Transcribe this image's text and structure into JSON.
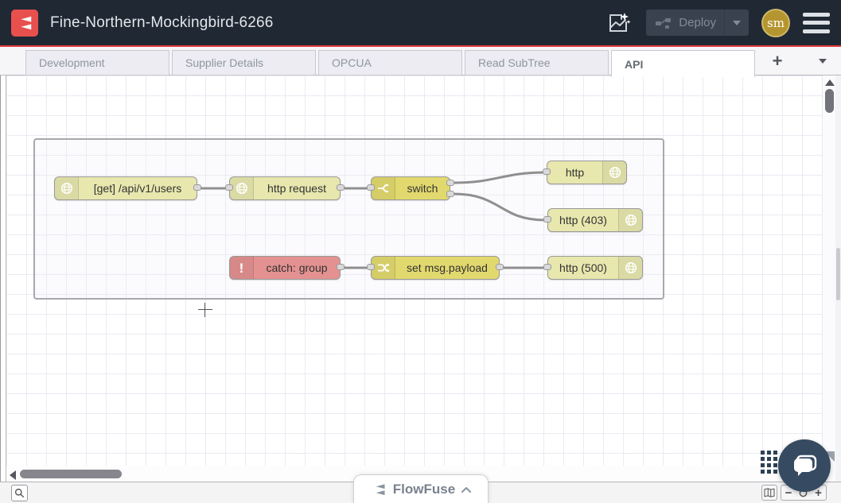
{
  "app": {
    "title": "Fine-Northern-Mockingbird-6266"
  },
  "header": {
    "deploy": {
      "label": "Deploy",
      "state": "disabled"
    },
    "avatar": {
      "initials": "sm",
      "color": "#b5952f"
    },
    "icons": {
      "assistant": "flow-sparkle-icon",
      "menu": "hamburger-menu-icon"
    },
    "colors": {
      "background": "#202834",
      "accent_line": "#e23c3c",
      "logo_red": "#e8504d"
    }
  },
  "tab_bar": {
    "tabs": [
      {
        "label": "Development",
        "active": false
      },
      {
        "label": "Supplier Details",
        "active": false
      },
      {
        "label": "OPCUA",
        "active": false
      },
      {
        "label": "Read SubTree",
        "active": false
      },
      {
        "label": "API",
        "active": true
      }
    ],
    "add_label": "+"
  },
  "flow": {
    "group": {
      "type": "group",
      "border_color": "#a8a8ad"
    },
    "nodes": [
      {
        "id": "http-in",
        "label": "[get] /api/v1/users",
        "type": "http in",
        "color": "#e7e7ae",
        "icon": "globe-icon",
        "icon_side": "left"
      },
      {
        "id": "http-request",
        "label": "http request",
        "type": "http request",
        "color": "#e7e7ae",
        "icon": "globe-icon",
        "icon_side": "left"
      },
      {
        "id": "switch",
        "label": "switch",
        "type": "switch",
        "color": "#e2d96e",
        "icon": "switch-icon",
        "icon_side": "left",
        "outputs": 2
      },
      {
        "id": "http-response",
        "label": "http",
        "type": "http response",
        "color": "#e7e7ae",
        "icon": "globe-icon",
        "icon_side": "right"
      },
      {
        "id": "http-response-403",
        "label": "http (403)",
        "type": "http response",
        "color": "#e7e7ae",
        "icon": "globe-icon",
        "icon_side": "right"
      },
      {
        "id": "catch",
        "label": "catch: group",
        "type": "catch",
        "color": "#e49191",
        "icon": "alert-icon",
        "icon_glyph": "!",
        "icon_side": "left"
      },
      {
        "id": "change",
        "label": "set msg.payload",
        "type": "change",
        "color": "#e2d96e",
        "icon": "change-icon",
        "icon_side": "left"
      },
      {
        "id": "http-response-500",
        "label": "http (500)",
        "type": "http response",
        "color": "#e7e7ae",
        "icon": "globe-icon",
        "icon_side": "right"
      }
    ],
    "wires": [
      {
        "from": "http-in",
        "to": "http-request"
      },
      {
        "from": "http-request",
        "to": "switch"
      },
      {
        "from": "switch:1",
        "to": "http-response"
      },
      {
        "from": "switch:2",
        "to": "http-response-403"
      },
      {
        "from": "catch",
        "to": "change"
      },
      {
        "from": "change",
        "to": "http-response-500"
      }
    ]
  },
  "footer": {
    "brand": {
      "label": "FlowFuse"
    },
    "zoom": {
      "minus_label": "−",
      "plus_label": "+"
    }
  },
  "chat": {
    "color": "#364b61",
    "icon": "chat-bubbles-icon"
  }
}
